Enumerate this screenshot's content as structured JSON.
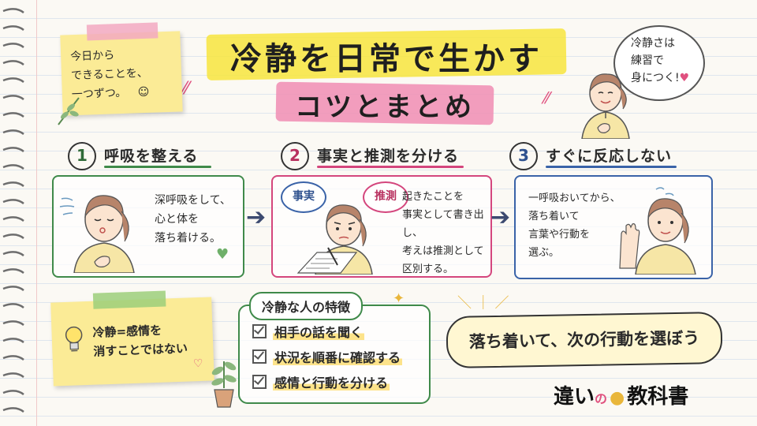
{
  "title": {
    "line1": "冷静を日常で生かす",
    "line2": "コツとまとめ"
  },
  "sticky_top_left": {
    "lines": [
      "今日から",
      "できることを、",
      "一つずつ。"
    ]
  },
  "speech_bubble": {
    "lines": [
      "冷静さは",
      "練習で",
      "身につく!"
    ]
  },
  "steps": [
    {
      "number": "1",
      "title": "呼吸を整える",
      "lines": [
        "深呼吸をして、",
        "心と体を",
        "落ち着ける。"
      ]
    },
    {
      "number": "2",
      "title": "事実と推測を分ける",
      "lines": [
        "起きたことを",
        "事実として書き出し、",
        "考えは推測として",
        "区別する。"
      ],
      "bubble_fact": "事実",
      "bubble_guess": "推測"
    },
    {
      "number": "3",
      "title": "すぐに反応しない",
      "lines": [
        "一呼吸おいてから、",
        "落ち着いて",
        "言葉や行動を",
        "選ぶ。"
      ]
    }
  ],
  "sticky_bottom_left": {
    "lines": [
      "冷静=感情を",
      "消すことではない"
    ]
  },
  "traits": {
    "heading": "冷静な人の特徴",
    "items": [
      "相手の話を聞く",
      "状況を順番に確認する",
      "感情と行動を分ける"
    ]
  },
  "banner": "落ち着いて、次の行動を選ぼう",
  "brand": {
    "part1": "違い",
    "part2": "の",
    "part3": "教科書"
  },
  "colors": {
    "step1": "#3f8a4a",
    "step2": "#d4467d",
    "step3": "#3a63a8",
    "title_highlight": "#f7e53d",
    "subtitle_highlight": "#f08db3"
  }
}
